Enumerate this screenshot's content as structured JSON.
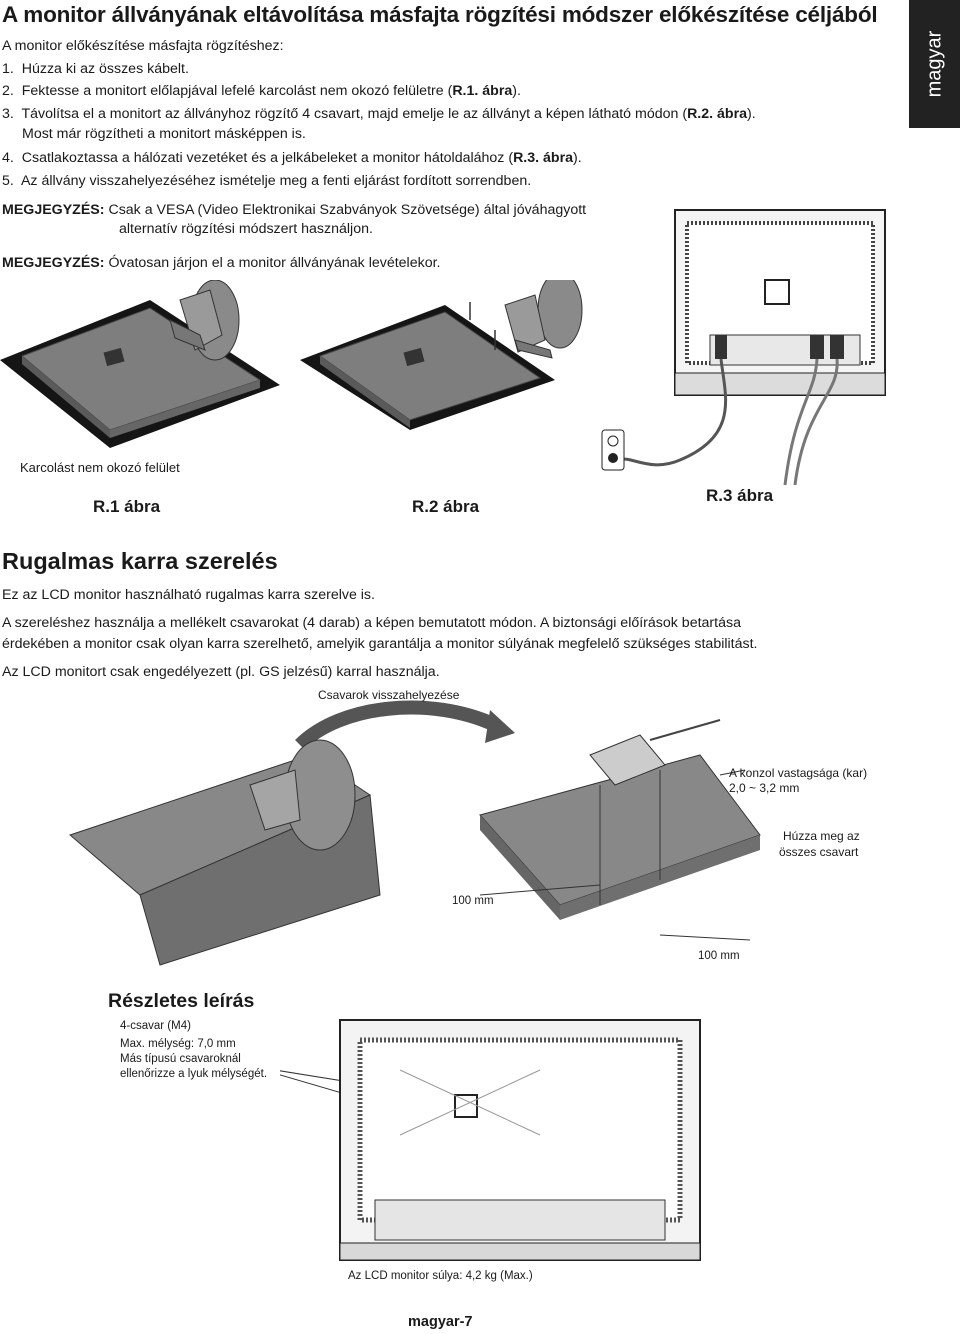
{
  "title": "A monitor állványának eltávolítása másfajta rögzítési módszer előkészítése céljából",
  "intro": "A monitor előkészítése másfajta rögzítéshez:",
  "steps": [
    {
      "num": "1.",
      "text": "Húzza ki az összes kábelt."
    },
    {
      "num": "2.",
      "text": "Fektesse a monitort előlapjával lefelé karcolást nem okozó felületre (",
      "ref": "R.1. ábra",
      "end": ")."
    },
    {
      "num": "3.",
      "text": "Távolítsa el a monitort az állványhoz rögzítő 4 csavart, majd emelje le az állványt a képen látható módon (",
      "ref": "R.2. ábra",
      "end": ").",
      "line2": "Most már rögzítheti a monitort másképpen is."
    },
    {
      "num": "4.",
      "text": "Csatlakoztassa a hálózati vezetéket és a jelkábeleket a monitor hátoldalához (",
      "ref": "R.3. ábra",
      "end": ")."
    },
    {
      "num": "5.",
      "text": "Az állvány visszahelyezéséhez ismételje meg a fenti eljárást fordított sorrendben."
    }
  ],
  "note1": {
    "label": "MEGJEGYZÉS:",
    "line1": "Csak a VESA (Video Elektronikai Szabványok Szövetsége) által jóváhagyott",
    "line2": "alternatív rögzítési módszert használjon."
  },
  "note2": {
    "label": "MEGJEGYZÉS:",
    "text": "Óvatosan járjon el a monitor állványának levételekor."
  },
  "side_tab": "magyar",
  "figures": {
    "scratch_caption": "Karcolást nem okozó felület",
    "r1": "R.1 ábra",
    "r2": "R.2 ábra",
    "r3": "R.3 ábra"
  },
  "section2": {
    "heading": "Rugalmas karra szerelés",
    "p1": "Ez az LCD monitor használható rugalmas karra szerelve is.",
    "p2a": "A szereléshez használja a mellékelt csavarokat (4 darab) a képen bemutatott módon. A biztonsági előírások betartása",
    "p2b": "érdekében a monitor csak olyan karra szerelhető, amelyik garantálja a monitor súlyának megfelelő szükséges stabilitást.",
    "p3": "Az LCD monitort csak engedélyezett (pl. GS jelzésű) karral használja."
  },
  "arm_figure": {
    "screw_replace": "Csavarok visszahelyezése",
    "bracket_thickness": "A konzol vastagsága (kar)",
    "bracket_range": "2,0 ~ 3,2 mm",
    "tighten_1": "Húzza meg az",
    "tighten_2": "összes csavart",
    "dim1": "100 mm",
    "dim2": "100 mm"
  },
  "detail": {
    "heading": "Részletes leírás",
    "screw": "4-csavar (M4)",
    "depth1": "Max. mélység: 7,0 mm",
    "depth2": "Más típusú csavaroknál",
    "depth3": "ellenőrizze a lyuk mélységét.",
    "weight": "Az LCD monitor súlya: 4,2 kg (Max.)"
  },
  "footer": "magyar-7"
}
